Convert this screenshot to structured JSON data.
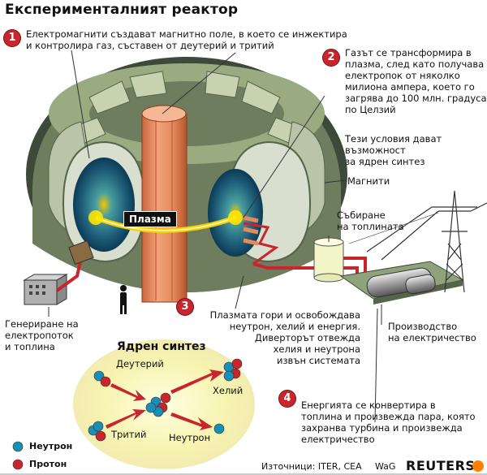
{
  "title": "Експерименталният реактор",
  "steps": [
    {
      "number": "1",
      "text_line1": "Електромагнити създават магнитно поле, в което се инжектира",
      "text_line2": "и контролира газ, съставен от деутерий и тритий"
    },
    {
      "number": "2",
      "text_lines": [
        "Газът се трансформира в",
        "плазма, след като получава",
        "електропок от няколко",
        "милиона ампера, което го",
        "загрява до 100  млн. градуса",
        "по Целзий"
      ]
    },
    {
      "number": "3",
      "text_lines": [
        "Плазмата гори и освобождава",
        "неутрон, хелий и енергия.",
        "Диверторът отвежда",
        "хелия и неутрона",
        "извън системата"
      ]
    },
    {
      "number": "4",
      "text_lines": [
        "Енергията се конвертира в",
        "топлина и произвежда пара, която",
        "захранва турбина и произвежда",
        "електричество"
      ]
    }
  ],
  "conditions_lines": [
    "Тези условия дават",
    "възможност",
    "за ядрен синтез"
  ],
  "labels": {
    "magnets": "Магнити",
    "heat_collection_line1": "Събиране",
    "heat_collection_line2": "на топлината",
    "plasma": "Плазма",
    "generator_line1": "Генериране на",
    "generator_line2": "електропоток",
    "generator_line3": "и топлина",
    "power_line1": "Производство",
    "power_line2": "на електричество"
  },
  "fusion": {
    "title": "Ядрен синтез",
    "deuterium": "Деутерий",
    "tritium": "Тритий",
    "helium": "Хелий",
    "neutron": "Неутрон"
  },
  "legend": {
    "neutron": "Неутрон",
    "proton": "Протон",
    "neutron_color": "#1a8fb5",
    "proton_color": "#c8262c"
  },
  "footer": {
    "sources": "Източници: ITER, CEA",
    "author": "WaG",
    "brand": "REUTERS"
  },
  "colors": {
    "accent_red": "#c8262c",
    "torus_green": "#8c9c74",
    "plasma_teal": "#1f6f8a",
    "column_orange": "#e48a5c",
    "fusion_glow": "#f7f3b0"
  }
}
